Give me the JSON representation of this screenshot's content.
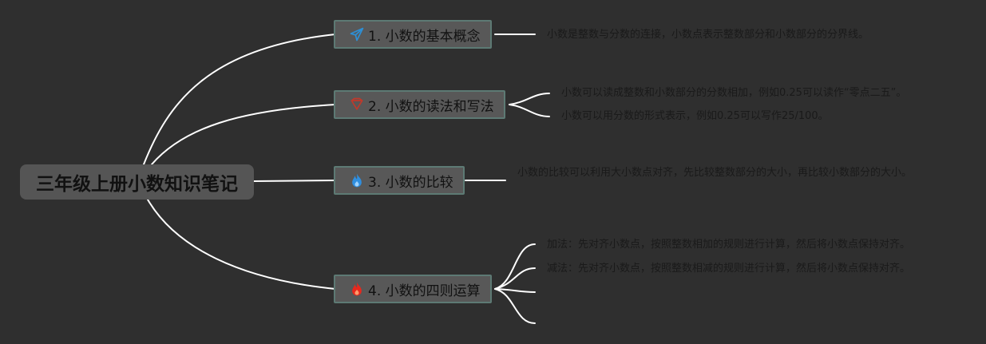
{
  "root": {
    "label": "三年级上册小数知识笔记"
  },
  "topics": [
    {
      "label": "1. 小数的基本概念",
      "icon": "paper-plane-icon",
      "icon_color": "#2d8fd5",
      "leaves": [
        "小数是整数与分数的连接，小数点表示整数部分和小数部分的分界线。"
      ]
    },
    {
      "label": "2. 小数的读法和写法",
      "icon": "heart-outline-icon",
      "icon_color": "#c0392b",
      "leaves": [
        "小数可以读成整数和小数部分的分数相加，例如0.25可以读作“零点二五”。",
        "小数可以用分数的形式表示，例如0.25可以写作25/100。"
      ]
    },
    {
      "label": "3. 小数的比较",
      "icon": "flame-icon",
      "icon_color": "#2f8fe0",
      "leaves": [
        "小数的比较可以利用大小数点对齐，先比较整数部分的大小，再比较小数部分的大小。"
      ]
    },
    {
      "label": "4. 小数的四则运算",
      "icon": "flame-icon",
      "icon_color": "#e8281d",
      "leaves": [
        "加法：先对齐小数点，按照整数相加的规则进行计算，然后将小数点保持对齐。",
        "减法：先对齐小数点，按照整数相减的规则进行计算，然后将小数点保持对齐。",
        "",
        ""
      ]
    }
  ],
  "colors": {
    "background": "#2f2f2f",
    "connector": "#ffffff",
    "topic_fill": "#585858",
    "topic_border": "#5d7a74",
    "root_fill": "#555555"
  }
}
